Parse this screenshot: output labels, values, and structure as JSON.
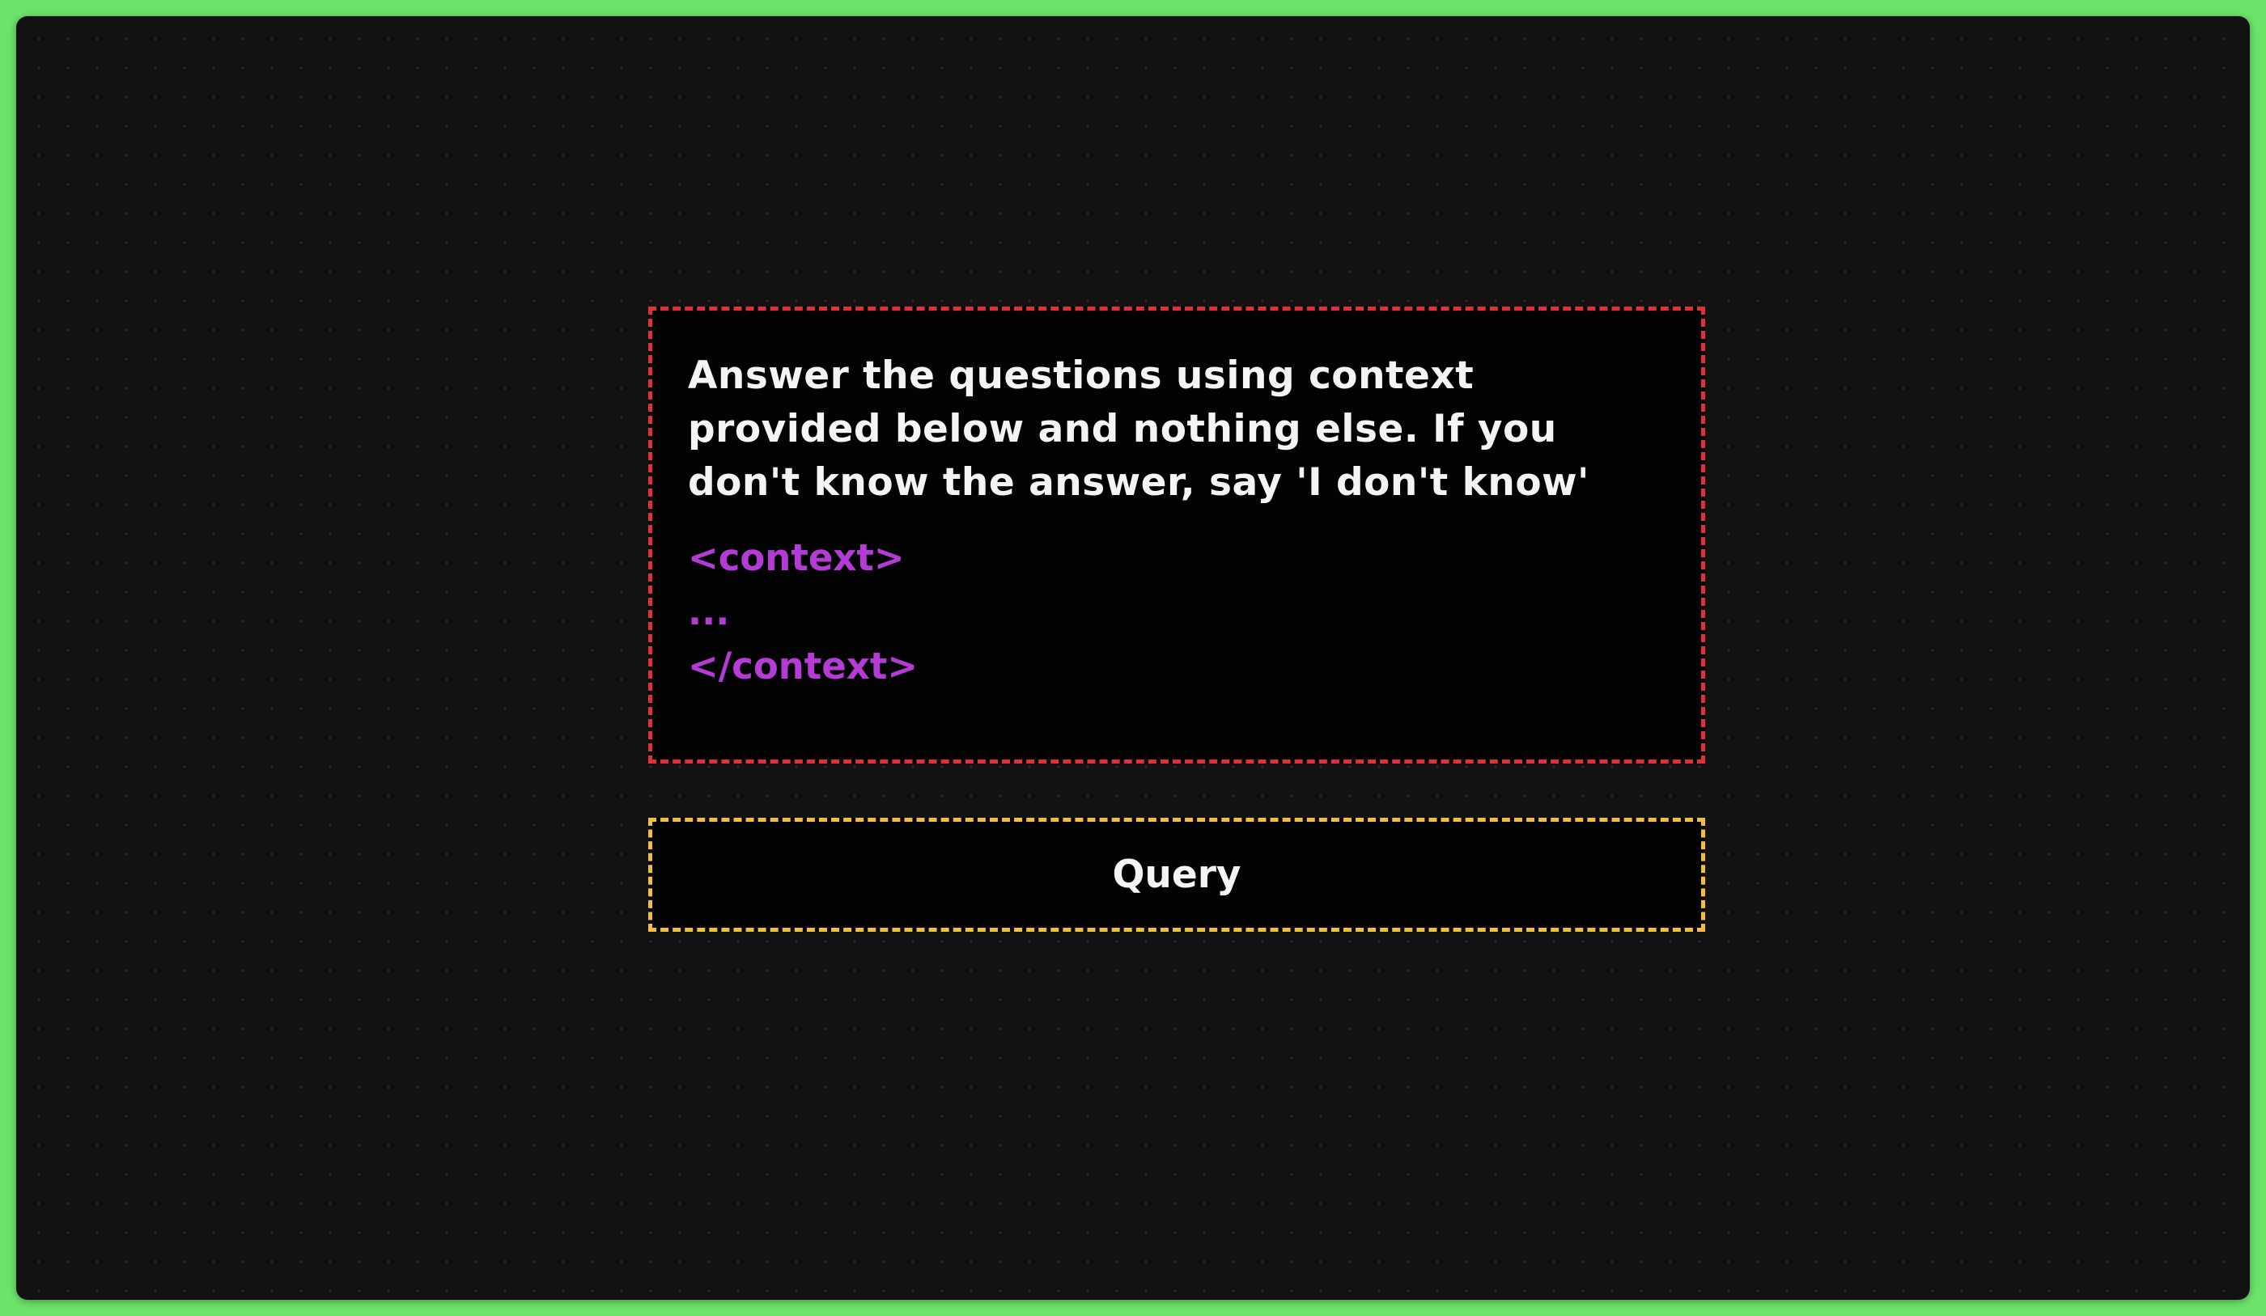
{
  "prompt": {
    "instruction": "Answer the questions using context provided below and nothing else. If you don't know the answer, say 'I don't know'",
    "context_open": "<context>",
    "context_body": "...",
    "context_close": "</context>",
    "border_color": "#e0313b",
    "context_color": "#b43bd6"
  },
  "query": {
    "label": "Query",
    "border_color": "#f3bf3a"
  },
  "theme": {
    "frame": "#6ee36a",
    "canvas": "#121212"
  }
}
